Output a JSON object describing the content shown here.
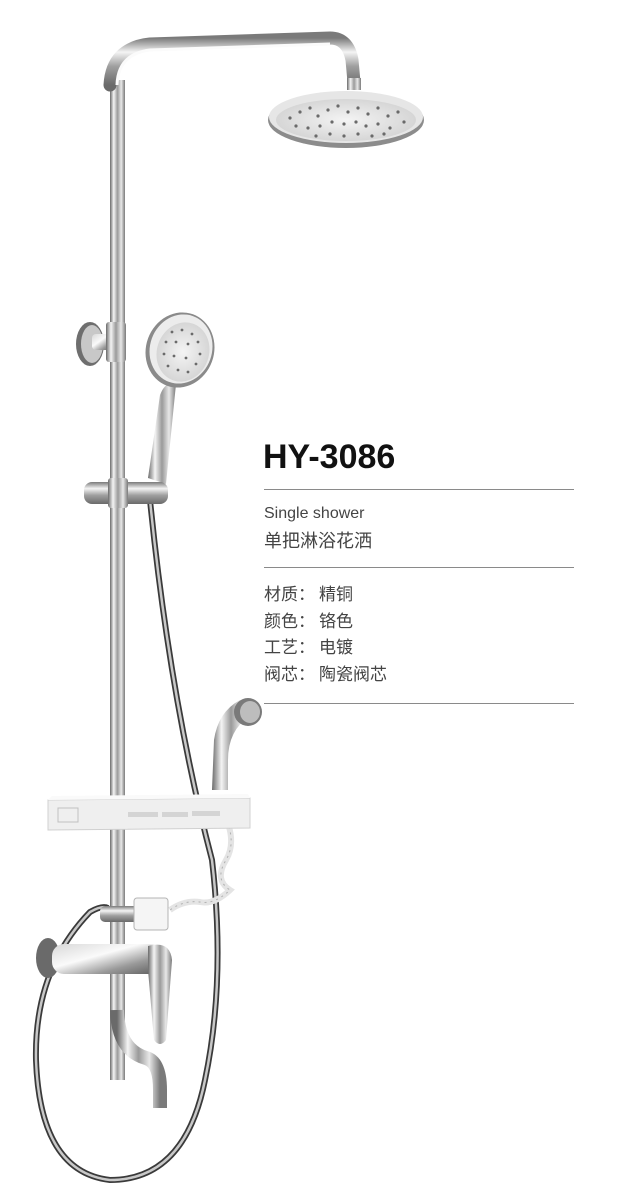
{
  "product": {
    "model": "HY-3086",
    "name_en": "Single shower",
    "name_cn": "单把淋浴花洒",
    "specs": [
      {
        "label": "材质：",
        "value": "精铜"
      },
      {
        "label": "颜色：",
        "value": "铬色"
      },
      {
        "label": "工艺：",
        "value": "电镀"
      },
      {
        "label": "阀芯：",
        "value": "陶瓷阀芯"
      }
    ]
  },
  "image": {
    "subject": "chrome-shower-set",
    "parts": [
      "rain-shower-head",
      "hand-shower",
      "bidet-sprayer",
      "soap-shelf",
      "mixer-valve",
      "tub-spout",
      "flexible-hose"
    ]
  },
  "colors": {
    "chrome_light": "#f2f2f2",
    "chrome_mid": "#b8b8b8",
    "chrome_dark": "#555555",
    "text": "#444444",
    "rule": "#8a8a8a"
  }
}
